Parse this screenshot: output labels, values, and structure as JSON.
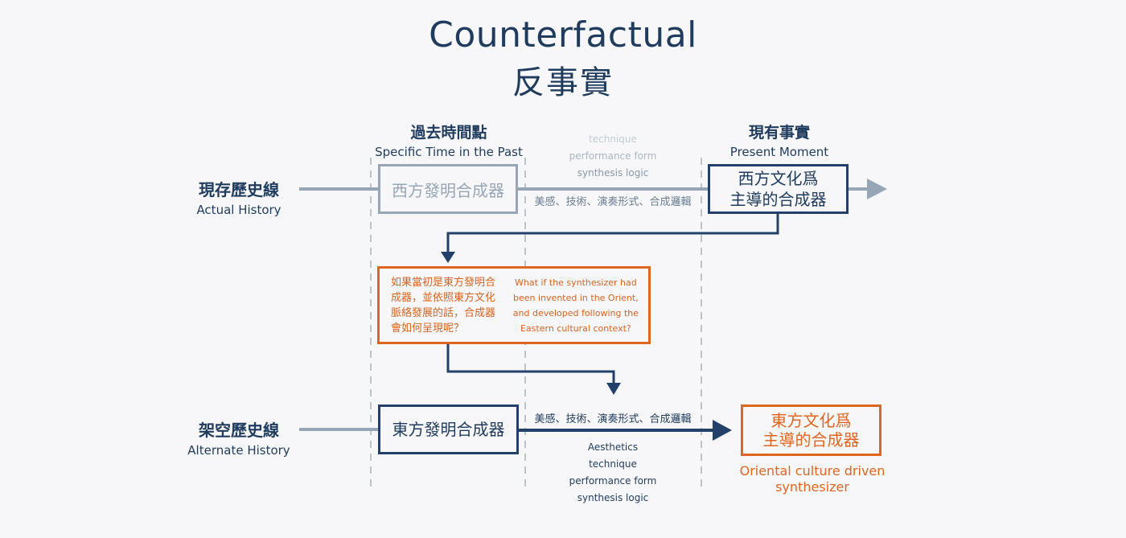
{
  "title": {
    "en": "Counterfactual",
    "zh": "反事實"
  },
  "columns": {
    "past": {
      "zh": "過去時間點",
      "en": "Specific Time in the Past"
    },
    "present": {
      "zh": "現有事實",
      "en": "Present Moment"
    }
  },
  "rows": {
    "actual": {
      "zh": "現存歷史線",
      "en": "Actual History"
    },
    "alternate": {
      "zh": "架空歷史線",
      "en": "Alternate History"
    }
  },
  "nodes": {
    "west_invention": "西方發明合成器",
    "west_present_line1": "西方文化爲",
    "west_present_line2": "主導的合成器",
    "question_zh": [
      "如果當初是東方發明合",
      "成器，並依照東方文化",
      "脈絡發展的話，合成器",
      "會如何呈現呢？"
    ],
    "question_en": [
      "What if the synthesizer had",
      "been invented in the Orient,",
      "and developed following the",
      "Eastern cultural context?"
    ],
    "east_invention": "東方發明合成器",
    "east_result_line1": "東方文化爲",
    "east_result_line2": "主導的合成器",
    "east_result_en_line1": "Oriental culture driven",
    "east_result_en_line2": "synthesizer"
  },
  "edges": {
    "actual_label_zh": "美感、技術、演奏形式、合成邏輯",
    "actual_label_en": [
      "technique",
      "performance form",
      "synthesis logic"
    ],
    "alternate_label_zh": "美感、技術、演奏形式、合成邏輯",
    "alternate_label_en": [
      "Aesthetics",
      "technique",
      "performance form",
      "synthesis logic"
    ]
  },
  "colors": {
    "navy": "#22406a",
    "grey": "#97a6b6",
    "orange": "#e0661f",
    "background": "#f7f7f9"
  }
}
